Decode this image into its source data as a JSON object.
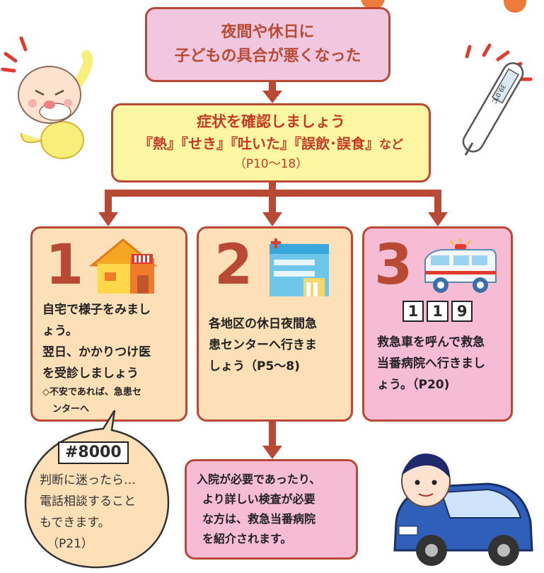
{
  "top_box": {
    "line1": "夜間や休日に",
    "line2": "子どもの具合が悪くなった"
  },
  "symptom_box": {
    "line1": "症状を確認しましょう",
    "line2_main": "『熱』『せき』『吐いた』『誤飲･誤食』",
    "line2_suffix": "など",
    "line3": "（P10〜18）"
  },
  "option1": {
    "number": "1",
    "lines": [
      "自宅で様子をみまし",
      "ょう。",
      "翌日、かかりつけ医",
      "を受診しましょう"
    ],
    "note_lines": [
      "◇不安であれば、急患セ",
      "ンターへ"
    ]
  },
  "option2": {
    "number": "2",
    "lines": [
      "各地区の休日夜間急",
      "患センターへ行きま",
      "しょう（P5〜8)"
    ]
  },
  "option3": {
    "number": "3",
    "phone_digits": [
      "1",
      "1",
      "9"
    ],
    "lines": [
      "救急車を呼んで救急",
      "当番病院へ行きまし",
      "ょう。（P20)"
    ]
  },
  "hospital_box": {
    "lines": [
      "入院が必要であったり、",
      "より詳しい検査が必要",
      "な方は、救急当番病院",
      "を紹介されます。"
    ]
  },
  "bubble": {
    "phone": "#8000",
    "lines": [
      "判断に迷ったら…",
      "電話相談すること",
      "もできます。",
      "（P21）"
    ]
  },
  "thermometer": {
    "display": "39.0℃"
  },
  "colors": {
    "arrow": "#b84a35",
    "top_box": "#f0c7df",
    "symptom_box": "#fdf7a3",
    "option_box": "#fde0b8",
    "option3_box": "#f6bcd4",
    "hospital_box": "#f6bcd4"
  }
}
